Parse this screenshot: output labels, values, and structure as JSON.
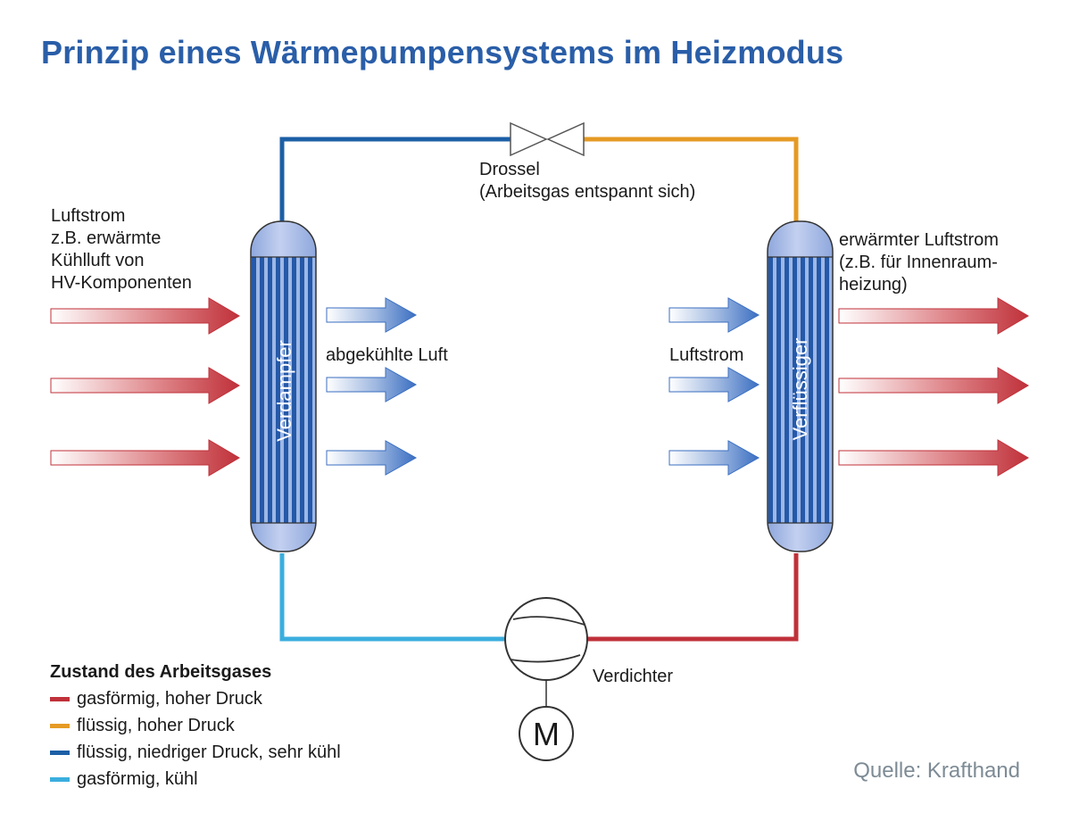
{
  "title": "Prinzip eines Wärmepumpensystems im Heizmodus",
  "colors": {
    "gas_high": "#c0313a",
    "liquid_high": "#e59a24",
    "liquid_low": "#1c5fa6",
    "gas_cool": "#3aaede",
    "title": "#2a5ea8",
    "exchanger_stripe": "#2559a8",
    "source": "#7d8b95"
  },
  "labels": {
    "throttle_name": "Drossel",
    "throttle_note": "(Arbeitsgas entspannt sich)",
    "evaporator": "Verdampfer",
    "condenser": "Verflüssiger",
    "compressor": "Verdichter",
    "motor": "M",
    "airflow_in_lines": [
      "Luftstrom",
      "z.B. erwärmte",
      "Kühlluft von",
      "HV-Komponenten"
    ],
    "cooled_air": "abgekühlte Luft",
    "airflow": "Luftstrom",
    "warmed_air_lines": [
      "erwärmter Luftstrom",
      "(z.B. für Innenraum-",
      "heizung)"
    ]
  },
  "legend": {
    "title": "Zustand des Arbeitsgases",
    "items": [
      {
        "label": "gasförmig, hoher Druck",
        "color": "#c0313a"
      },
      {
        "label": "flüssig, hoher Druck",
        "color": "#e59a24"
      },
      {
        "label": "flüssig, niedriger Druck, sehr kühl",
        "color": "#1c5fa6"
      },
      {
        "label": "gasförmig, kühl",
        "color": "#3aaede"
      }
    ]
  },
  "source": "Quelle: Krafthand"
}
